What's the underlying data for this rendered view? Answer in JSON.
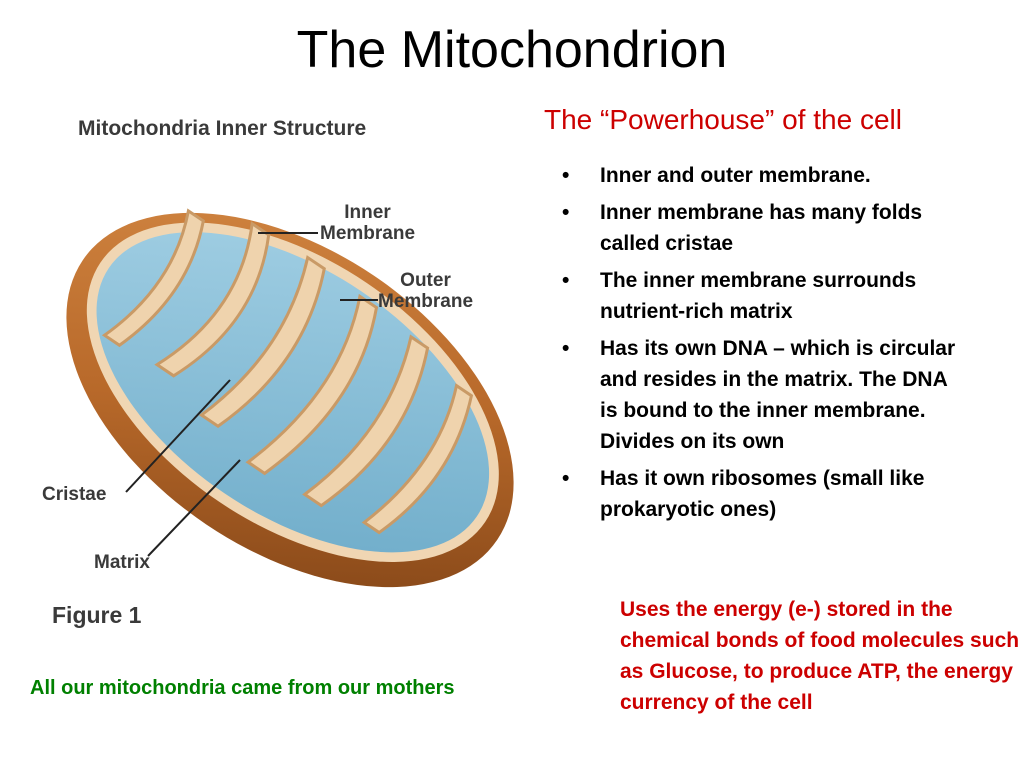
{
  "title": "The Mitochondrion",
  "subtitle": "The “Powerhouse” of the cell",
  "bullets": [
    "Inner and outer membrane.",
    "Inner membrane has many folds called cristae",
    "The inner membrane surrounds nutrient-rich matrix",
    "Has its own DNA – which is circular and resides in the matrix.  The DNA is bound to the inner membrane.  Divides on its own",
    "Has it own ribosomes (small like prokaryotic ones)"
  ],
  "energy_note": "Uses the energy (e-) stored in the chemical bonds of food molecules such as Glucose, to produce ATP, the energy currency of the cell",
  "footnote": "All our mitochondria came from our mothers",
  "figure": {
    "heading": "Mitochondria Inner Structure",
    "labels": {
      "inner_line1": "Inner",
      "inner_line2": "Membrane",
      "outer_line1": "Outer",
      "outer_line2": "Membrane",
      "cristae": "Cristae",
      "matrix": "Matrix"
    },
    "caption": "Figure 1"
  },
  "colors": {
    "title": "#000000",
    "accent_red": "#cc0000",
    "footnote_green": "#008000",
    "outer_membrane": "#b8692a",
    "inner_membrane": "#e8c9a0",
    "matrix": "#8ec3dc"
  }
}
